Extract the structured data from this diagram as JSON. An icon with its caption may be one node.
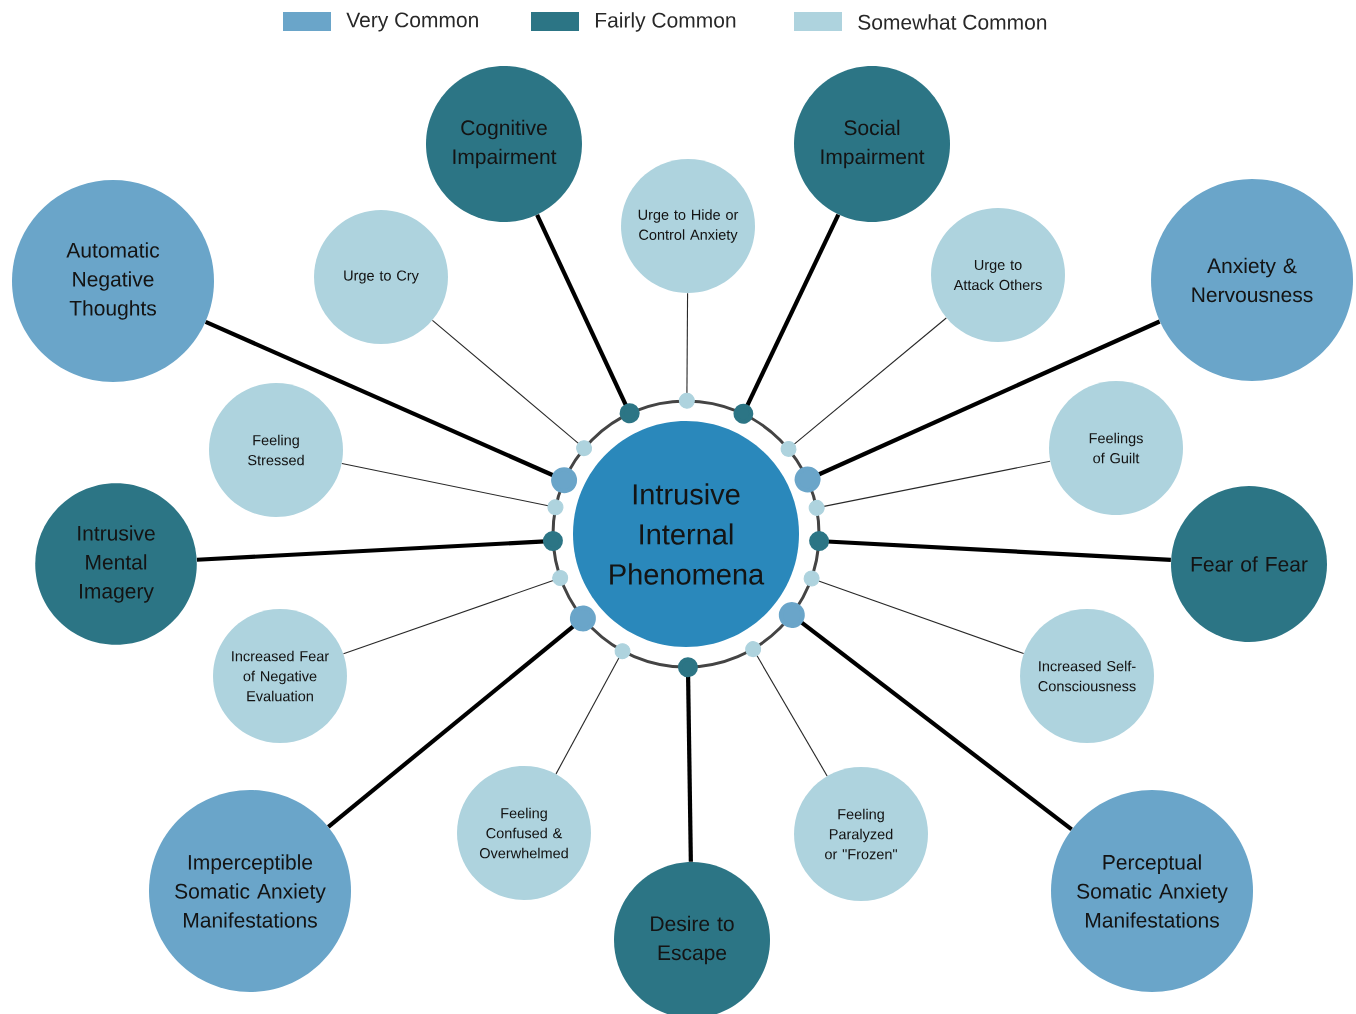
{
  "diagram": {
    "nodes": [
      {
        "text": [
          "Intrusive Internal Phenomena"
        ]
      },
      {
        "text": [
          "Cognitive Impairment"
        ]
      },
      {
        "text": [
          "Social Impairment"
        ]
      },
      {
        "text": [
          "Urge to Hide or Control Anxiety"
        ]
      },
      {
        "text": [
          "Automatic Negative Thoughts"
        ]
      },
      {
        "text": [
          "Anxiety & Nervousness"
        ]
      },
      {
        "text": [
          "Urge to Cry"
        ]
      },
      {
        "text": [
          "Urge to Attack Others"
        ]
      },
      {
        "text": [
          "Feelings of Guilt"
        ]
      },
      {
        "text": [
          "Feeling Stressed"
        ]
      },
      {
        "text": [
          "Intrusive Mental Imagery"
        ]
      },
      {
        "text": [
          "Fear of Fear"
        ]
      },
      {
        "text": [
          "Increased Fear of Negative Evaluation"
        ]
      },
      {
        "text": [
          "Increased Self-Consciousness"
        ]
      },
      {
        "text": [
          "Feeling Confused & Overwhelmed"
        ]
      },
      {
        "text": [
          "Feeling Paralyzed or \"Frozen\""
        ]
      },
      {
        "text": [
          "Imperceptible Somatic Anxiety Manifestations"
        ]
      },
      {
        "text": [
          "Perceptual Somatic Anxiety Manifestations"
        ]
      },
      {
        "text": [
          "Desire to Escape"
        ]
      }
    ],
    "edges": [
      {
        "from": 1,
        "to": 0,
        "arrow": "other",
        "style": "thick"
      },
      {
        "from": 2,
        "to": 0,
        "arrow": "other",
        "style": "thick"
      },
      {
        "from": 3,
        "to": 0,
        "arrow": "other"
      },
      {
        "from": 4,
        "to": 0,
        "arrow": "other",
        "style": "thick"
      },
      {
        "from": 5,
        "to": 0,
        "arrow": "other",
        "style": "thick"
      },
      {
        "from": 6,
        "to": 0,
        "arrow": "other"
      },
      {
        "from": 7,
        "to": 0,
        "arrow": "other"
      },
      {
        "from": 8,
        "to": 0,
        "arrow": "other"
      },
      {
        "from": 9,
        "to": 0,
        "arrow": "other"
      },
      {
        "from": 10,
        "to": 0,
        "arrow": "other",
        "style": "thick"
      },
      {
        "from": 11,
        "to": 0,
        "arrow": "other",
        "style": "thick"
      },
      {
        "from": 12,
        "to": 0,
        "arrow": "other"
      },
      {
        "from": 13,
        "to": 0,
        "arrow": "other"
      },
      {
        "from": 14,
        "to": 0,
        "arrow": "other"
      },
      {
        "from": 15,
        "to": 0,
        "arrow": "other"
      },
      {
        "from": 16,
        "to": 0,
        "arrow": "other",
        "style": "thick"
      },
      {
        "from": 17,
        "to": 0,
        "arrow": "other",
        "style": "thick"
      },
      {
        "from": 18,
        "to": 0,
        "arrow": "other",
        "style": "thick"
      }
    ],
    "legend": [
      {
        "text": "Very Common",
        "color": "#6aa5c9"
      },
      {
        "text": "Fairly Common",
        "color": "#2c7585"
      },
      {
        "text": "Somewhat Common",
        "color": "#aed3de"
      }
    ]
  }
}
